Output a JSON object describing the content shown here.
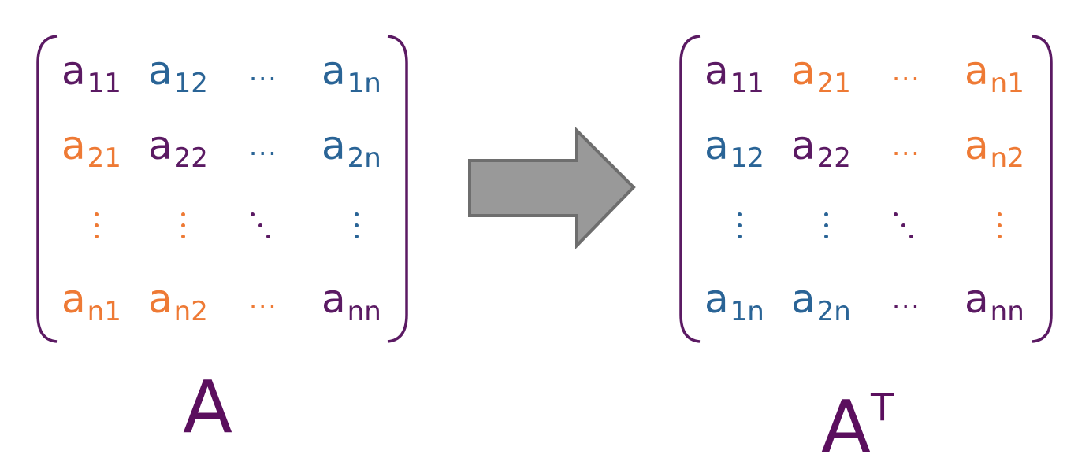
{
  "colors": {
    "purple": "#5b1a63",
    "orange": "#ee7a35",
    "blue": "#2a6496",
    "bracket": "#5b1a63",
    "arrow_fill": "#999999",
    "arrow_stroke": "#6e6e6e"
  },
  "matrix_a": {
    "label": "A",
    "rows": [
      [
        {
          "base": "a",
          "sub": "11",
          "color": "#5b1a63"
        },
        {
          "base": "a",
          "sub": "12",
          "color": "#2a6496"
        },
        {
          "dots": "...",
          "color": "#2a6496"
        },
        {
          "base": "a",
          "sub": "1n",
          "color": "#2a6496"
        }
      ],
      [
        {
          "base": "a",
          "sub": "21",
          "color": "#ee7a35"
        },
        {
          "base": "a",
          "sub": "22",
          "color": "#5b1a63"
        },
        {
          "dots": "...",
          "color": "#2a6496"
        },
        {
          "base": "a",
          "sub": "2n",
          "color": "#2a6496"
        }
      ],
      [
        {
          "vdots": true,
          "color": "#ee7a35"
        },
        {
          "vdots": true,
          "color": "#ee7a35"
        },
        {
          "ddots": true,
          "color": "#5b1a63"
        },
        {
          "vdots": true,
          "color": "#2a6496"
        }
      ],
      [
        {
          "base": "a",
          "sub": "n1",
          "color": "#ee7a35"
        },
        {
          "base": "a",
          "sub": "n2",
          "color": "#ee7a35"
        },
        {
          "dots": "...",
          "color": "#ee7a35"
        },
        {
          "base": "a",
          "sub": "nn",
          "color": "#5b1a63"
        }
      ]
    ]
  },
  "matrix_at": {
    "label": "A",
    "label_sup": "T",
    "rows": [
      [
        {
          "base": "a",
          "sub": "11",
          "color": "#5b1a63"
        },
        {
          "base": "a",
          "sub": "21",
          "color": "#ee7a35"
        },
        {
          "dots": "...",
          "color": "#ee7a35"
        },
        {
          "base": "a",
          "sub": "n1",
          "color": "#ee7a35"
        }
      ],
      [
        {
          "base": "a",
          "sub": "12",
          "color": "#2a6496"
        },
        {
          "base": "a",
          "sub": "22",
          "color": "#5b1a63"
        },
        {
          "dots": "...",
          "color": "#ee7a35"
        },
        {
          "base": "a",
          "sub": "n2",
          "color": "#ee7a35"
        }
      ],
      [
        {
          "vdots": true,
          "color": "#2a6496"
        },
        {
          "vdots": true,
          "color": "#2a6496"
        },
        {
          "ddots": true,
          "color": "#5b1a63"
        },
        {
          "vdots": true,
          "color": "#ee7a35"
        }
      ],
      [
        {
          "base": "a",
          "sub": "1n",
          "color": "#2a6496"
        },
        {
          "base": "a",
          "sub": "2n",
          "color": "#2a6496"
        },
        {
          "dots": "...",
          "color": "#5b1a63"
        },
        {
          "base": "a",
          "sub": "nn",
          "color": "#5b1a63"
        }
      ]
    ]
  },
  "arrow": {
    "icon": "right-arrow-icon"
  }
}
